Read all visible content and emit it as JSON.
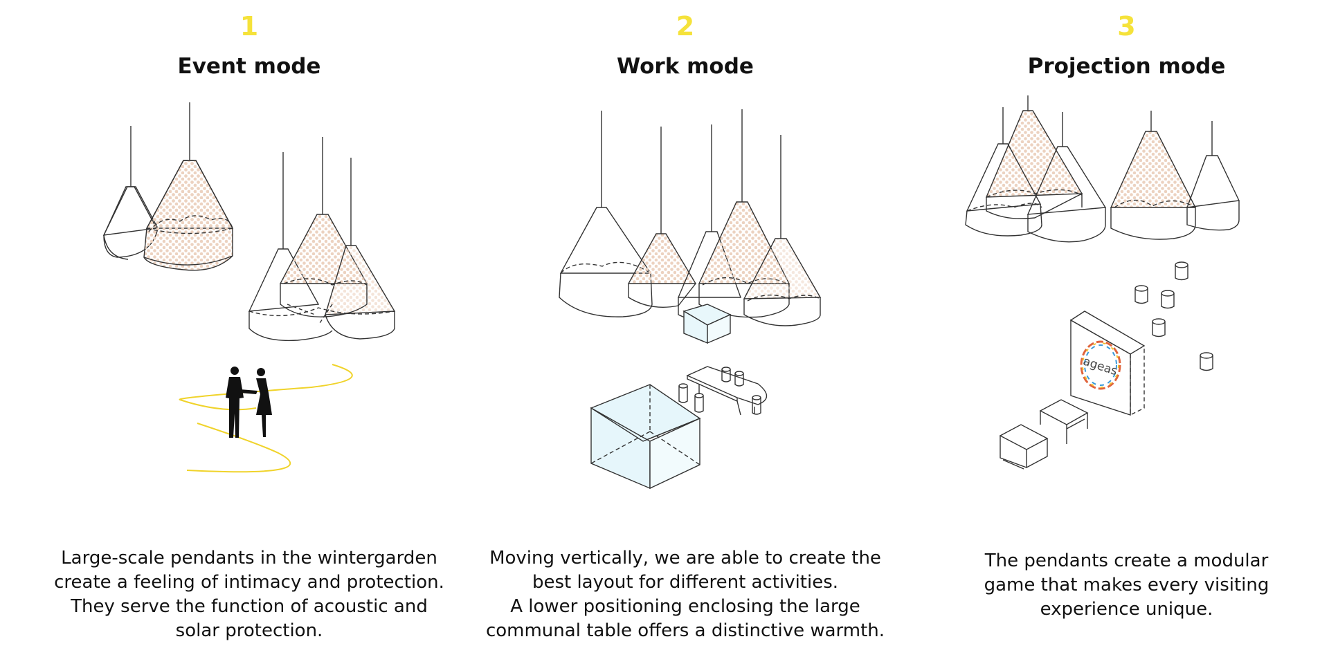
{
  "modes": [
    {
      "number": "1",
      "title": "Event mode",
      "description": [
        "Large-scale pendants in the wintergarden",
        "create a feeling of intimacy and protection.",
        "They serve the function of acoustic and",
        "solar protection."
      ]
    },
    {
      "number": "2",
      "title": "Work mode",
      "description": [
        "Moving vertically, we are able to create the",
        "best layout for different activities.",
        "A lower positioning enclosing the large",
        "communal table offers a distinctive warmth."
      ]
    },
    {
      "number": "3",
      "title": "Projection mode",
      "description": [
        "The pendants create a modular",
        "game that makes every visiting",
        "experience unique."
      ],
      "screen_logo": "ageas"
    }
  ],
  "colors": {
    "accent_yellow": "#f5e23a",
    "dot_fill": "#e9c9b4",
    "glass_tint": "#dff4fa",
    "line": "#333333"
  }
}
